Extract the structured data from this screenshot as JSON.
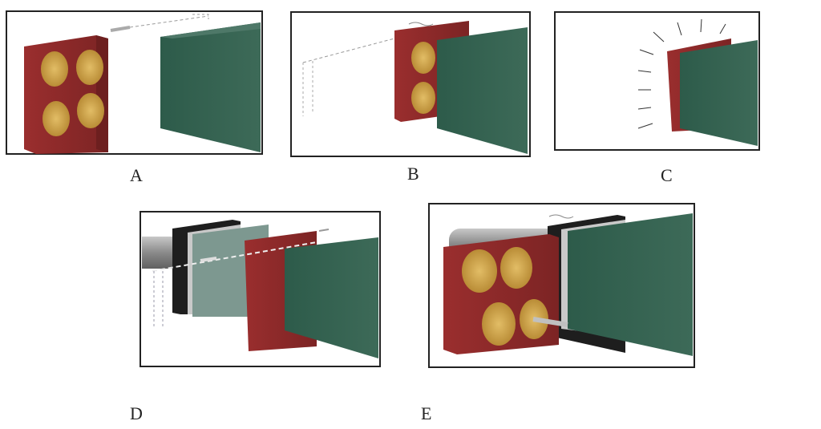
{
  "panels": [
    {
      "id": "A",
      "label": "A"
    },
    {
      "id": "B",
      "label": "B"
    },
    {
      "id": "C",
      "label": "C"
    },
    {
      "id": "D",
      "label": "D"
    },
    {
      "id": "E",
      "label": "E"
    }
  ],
  "colors": {
    "red_plate": "#8e2a2a",
    "coin": "#d2a850",
    "green_block": "#2f5a4a",
    "black_plate": "#1e1e1e",
    "rod": "#9a9a9a"
  }
}
